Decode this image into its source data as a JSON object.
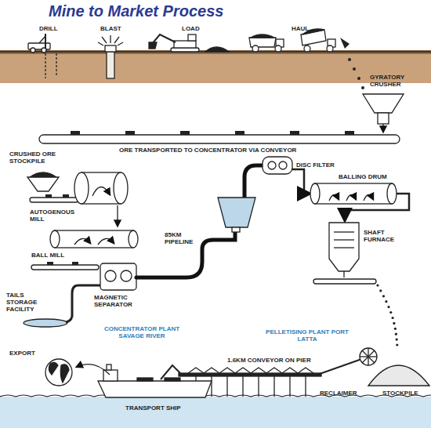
{
  "diagram": {
    "title": "Mine to Market Process",
    "nodes": [
      {
        "text": [
          "CONCENTRATOR PLANT SAVAGE RIVER"
        ]
      },
      {
        "text": [
          "PELLETISING PLANT PORT LATTA"
        ]
      }
    ],
    "labels": [
      "DRILL",
      "BLAST",
      "LOAD",
      "HAUL",
      "GYRATORY CRUSHER",
      "CRUSHED ORE STOCKPILE",
      "ORE TRANSPORTED TO CONCENTRATOR VIA CONVEYOR",
      "AUTOGENOUS MILL",
      "BALL MILL",
      "MAGNETIC SEPARATOR",
      "TAILS STORAGE FACILITY",
      "85KM PIPELINE",
      "DISC FILTER",
      "BALLING DRUM",
      "SHAFT FURNACE",
      "EXPORT",
      "1.6KM CONVEYOR ON PIER",
      "TRANSPORT SHIP",
      "RECLAIMER",
      "STOCKPILE"
    ]
  }
}
